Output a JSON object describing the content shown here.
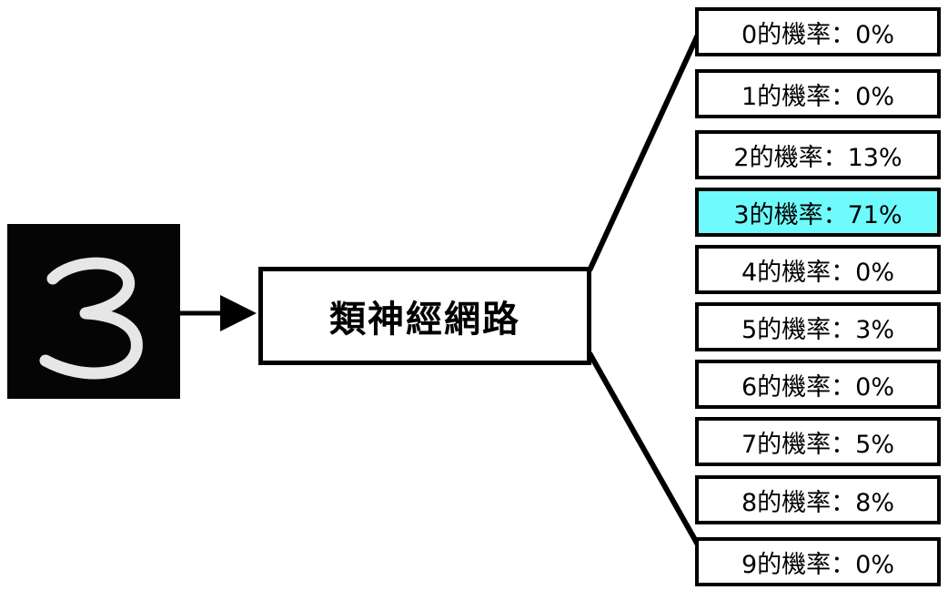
{
  "input": {
    "digit": "3",
    "background_color": "#050505",
    "stroke_color": "#f2f2f2"
  },
  "network": {
    "label": "類神經網路"
  },
  "outputs": [
    {
      "label": "0的機率：0%",
      "digit": 0,
      "probability": 0,
      "highlight": false
    },
    {
      "label": "1的機率：0%",
      "digit": 1,
      "probability": 0,
      "highlight": false
    },
    {
      "label": "2的機率：13%",
      "digit": 2,
      "probability": 13,
      "highlight": false
    },
    {
      "label": "3的機率：71%",
      "digit": 3,
      "probability": 71,
      "highlight": true
    },
    {
      "label": "4的機率：0%",
      "digit": 4,
      "probability": 0,
      "highlight": false
    },
    {
      "label": "5的機率：3%",
      "digit": 5,
      "probability": 3,
      "highlight": false
    },
    {
      "label": "6的機率：0%",
      "digit": 6,
      "probability": 0,
      "highlight": false
    },
    {
      "label": "7的機率：5%",
      "digit": 7,
      "probability": 5,
      "highlight": false
    },
    {
      "label": "8的機率：8%",
      "digit": 8,
      "probability": 8,
      "highlight": false
    },
    {
      "label": "9的機率：0%",
      "digit": 9,
      "probability": 0,
      "highlight": false
    }
  ],
  "colors": {
    "highlight": "#6ffbfb",
    "stroke": "#000000"
  }
}
